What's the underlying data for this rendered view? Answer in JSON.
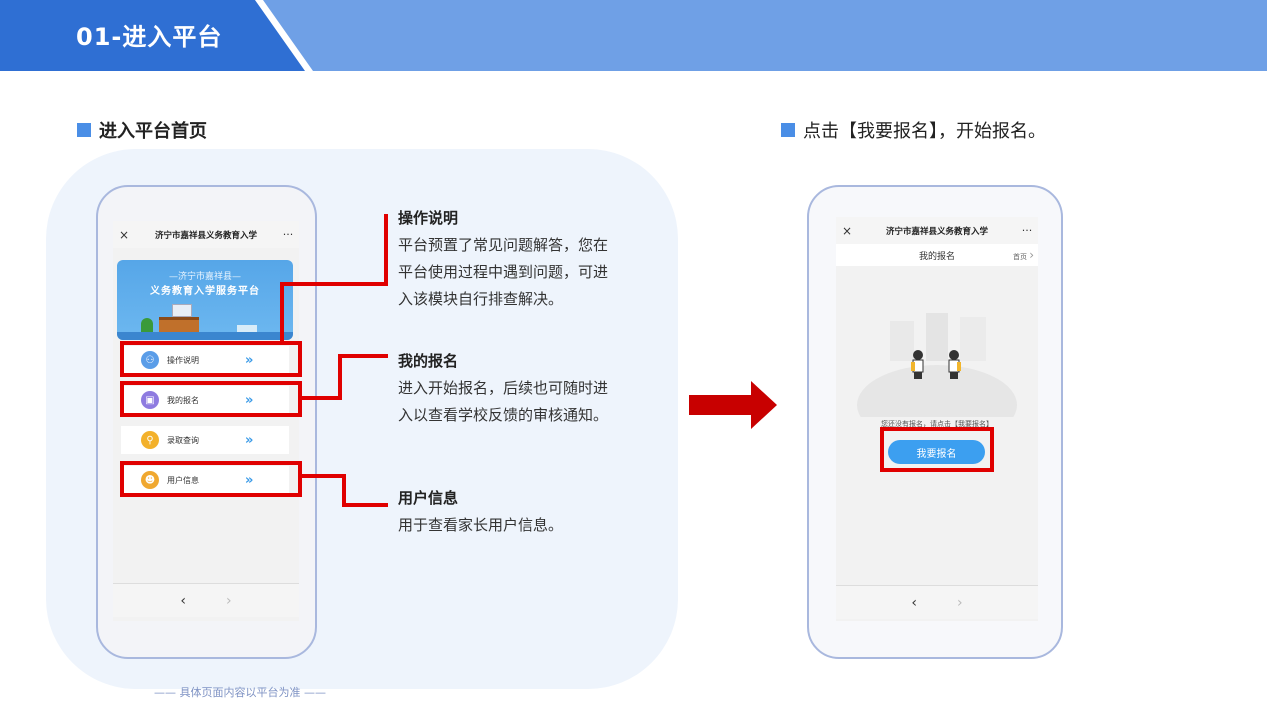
{
  "header": {
    "title": "01-进入平台"
  },
  "left_section": {
    "heading": "进入平台首页"
  },
  "right_section": {
    "heading": "点击【我要报名】，开始报名。"
  },
  "phone_left": {
    "close_glyph": "×",
    "title": "济宁市嘉祥县义务教育入学",
    "more_glyph": "···",
    "hero_line1": "—济宁市嘉祥县—",
    "hero_line2": "义务教育入学服务平台",
    "menu": [
      {
        "label": "操作说明",
        "icon": "people-icon",
        "chev": "»"
      },
      {
        "label": "我的报名",
        "icon": "backpack-icon",
        "chev": "»"
      },
      {
        "label": "录取查询",
        "icon": "search-icon",
        "chev": "»"
      },
      {
        "label": "用户信息",
        "icon": "user-icon",
        "chev": "»"
      }
    ],
    "nav_back": "‹",
    "nav_forward": "›"
  },
  "callouts": [
    {
      "title": "操作说明",
      "lines": [
        "平台预置了常见问题解答，您在",
        "平台使用过程中遇到问题，可进",
        "入该模块自行排查解决。"
      ]
    },
    {
      "title": "我的报名",
      "lines": [
        "进入开始报名，后续也可随时进",
        "入以查看学校反馈的审核通知。"
      ]
    },
    {
      "title": "用户信息",
      "lines": [
        "用于查看家长用户信息。"
      ]
    }
  ],
  "phone_right": {
    "close_glyph": "×",
    "title": "济宁市嘉祥县义务教育入学",
    "more_glyph": "···",
    "subtitle": "我的报名",
    "home_link": "首页",
    "home_chev": "›",
    "empty_tip": "您还没有报名，请点击【我要报名】",
    "join_button": "我要报名",
    "nav_back": "‹",
    "nav_forward": "›"
  },
  "footnote": "—— 具体页面内容以平台为准 ——",
  "colors": {
    "banner_dark": "#2f6fd3",
    "banner_light": "#6fa0e6",
    "highlight_red": "#e00000",
    "button_blue": "#3c9ff0"
  }
}
